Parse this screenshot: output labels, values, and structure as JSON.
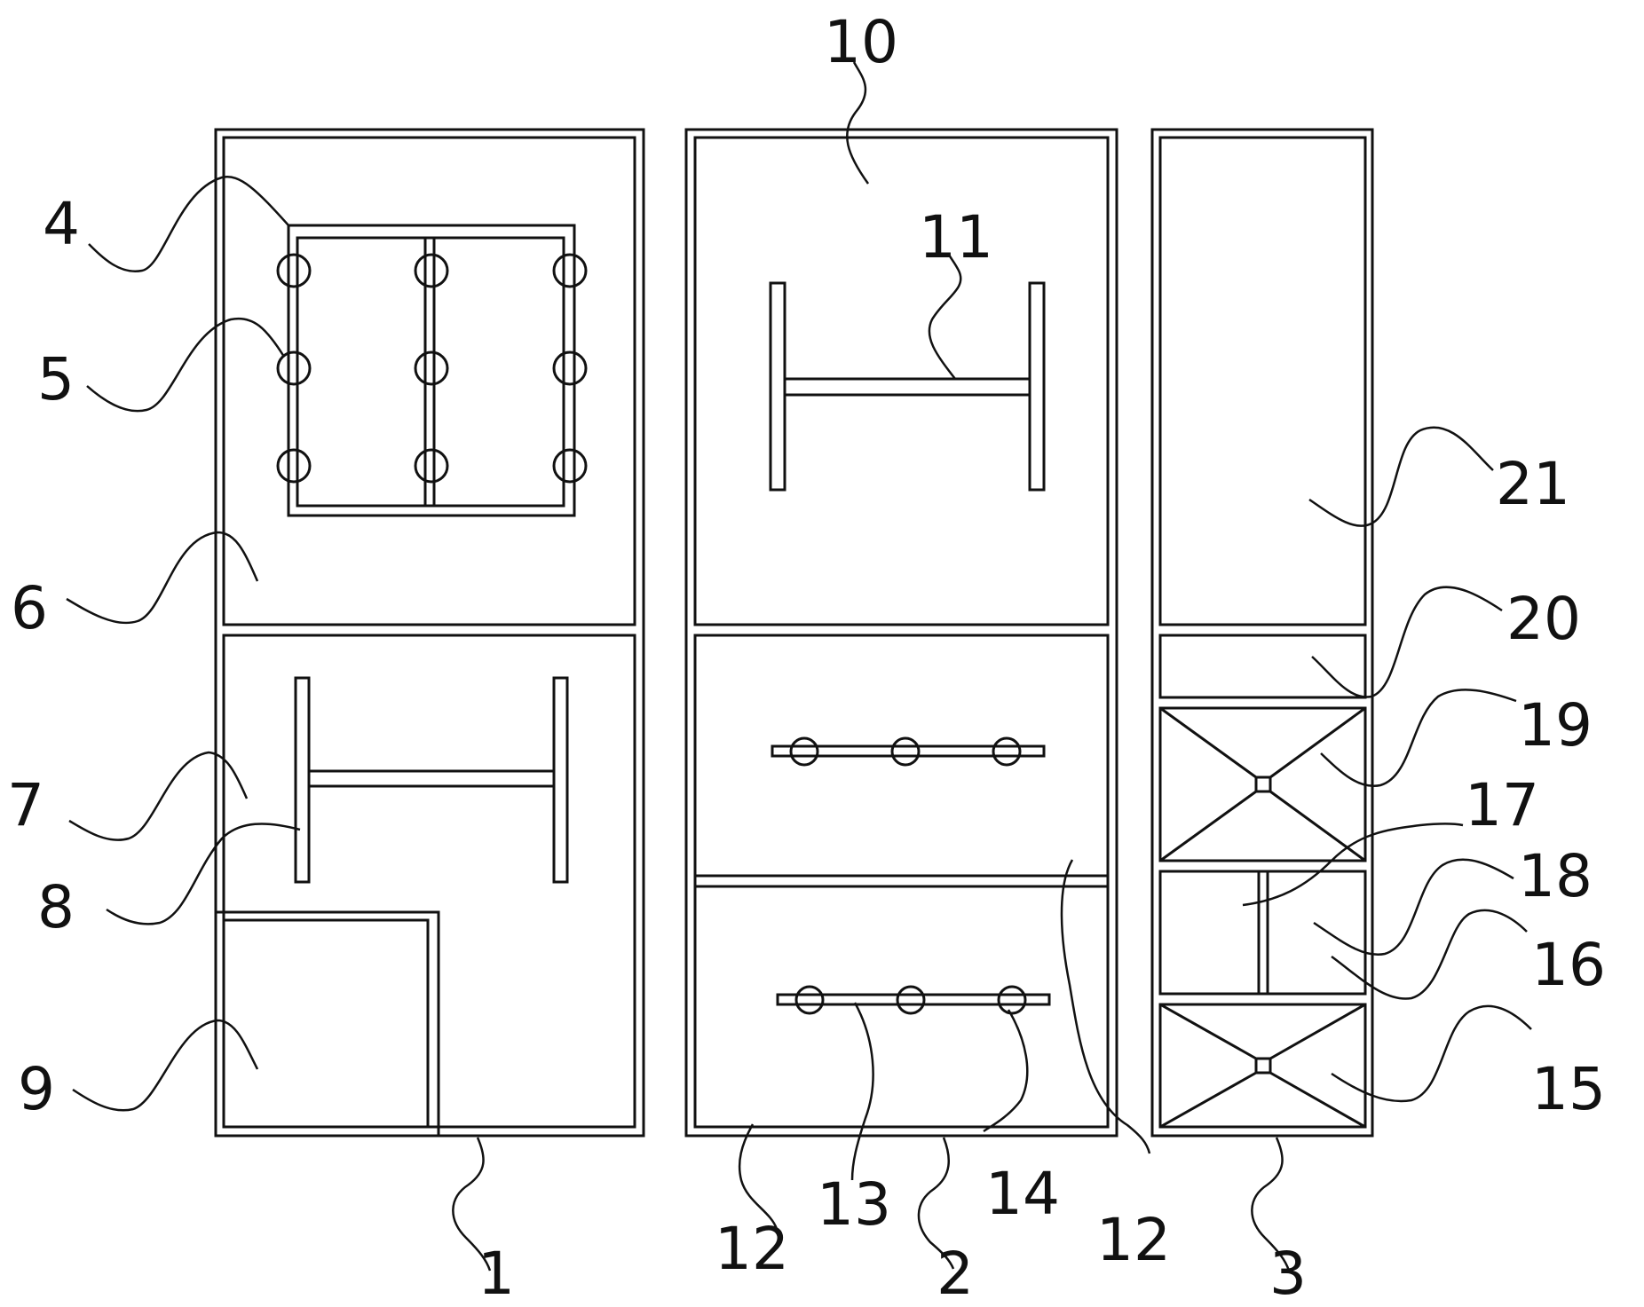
{
  "labels": {
    "l1": "1",
    "l2": "2",
    "l3": "3",
    "l4": "4",
    "l5": "5",
    "l6": "6",
    "l7": "7",
    "l8": "8",
    "l9": "9",
    "l10": "10",
    "l11": "11",
    "l12a": "12",
    "l12b": "12",
    "l13": "13",
    "l14": "14",
    "l15": "15",
    "l16": "16",
    "l17": "17",
    "l18": "18",
    "l19": "19",
    "l20": "20",
    "l21": "21"
  },
  "colors": {
    "line": "#111111",
    "background": "#ffffff"
  }
}
